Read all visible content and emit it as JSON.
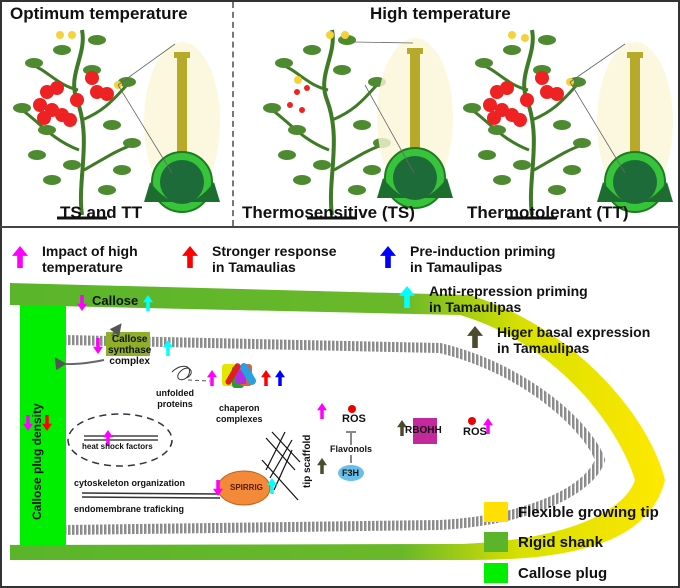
{
  "top_panel": {
    "left_heading": "Optimum temperature",
    "right_heading": "High temperature",
    "left_caption": "TS and TT",
    "middle_caption": "Thermosensitive (TS)",
    "right_caption": "Thermotolerant (TT)",
    "plants": [
      {
        "name": "optimum",
        "fruit_count": 11
      },
      {
        "name": "thermosensitive",
        "fruit_count": 4
      },
      {
        "name": "thermotolerant",
        "fruit_count": 11
      }
    ]
  },
  "legend_arrows": [
    {
      "label_line1": "Impact of high",
      "label_line2": "temperature",
      "color": "#ff00ff"
    },
    {
      "label_line1": "Stronger response",
      "label_line2": "in Tamaulias",
      "color": "#ff0000"
    },
    {
      "label_line1": "Pre-induction priming",
      "label_line2": "in Tamaulipas",
      "color": "#0000ff"
    },
    {
      "label_line1": "Anti-repression priming",
      "label_line2": "in Tamaulipas",
      "color": "#00ffff"
    },
    {
      "label_line1": "Higer basal expression",
      "label_line2": "in Tamaulipas",
      "color": "#4b4b2d"
    }
  ],
  "legend_regions": [
    {
      "label": "Flexible growing tip",
      "color": "#ffe000"
    },
    {
      "label": "Rigid shank",
      "color": "#5ab52a"
    },
    {
      "label": "Callose plug",
      "color": "#00ee00"
    }
  ],
  "diagram": {
    "callose": "Callose",
    "callose_plug_density": "Callose plug density",
    "callose_synthase": [
      "Callose",
      "synthase",
      "complex"
    ],
    "unfolded_proteins": [
      "unfolded",
      "proteins"
    ],
    "chaperon_complexes": [
      "chaperon",
      "complexes"
    ],
    "heat_shock_factors": "heat shock factors",
    "cytoskeleton": "cytoskeleton organization",
    "endomembrane": "endomembrane traficking",
    "spirrig": "SPIRRIG",
    "tip_scaffold": "tip scaffold",
    "ros_inner": "ROS",
    "flavonols": "Flavonols",
    "f3h": "F3H",
    "rbohh": "RBOHH",
    "ros_outer": "ROS"
  }
}
